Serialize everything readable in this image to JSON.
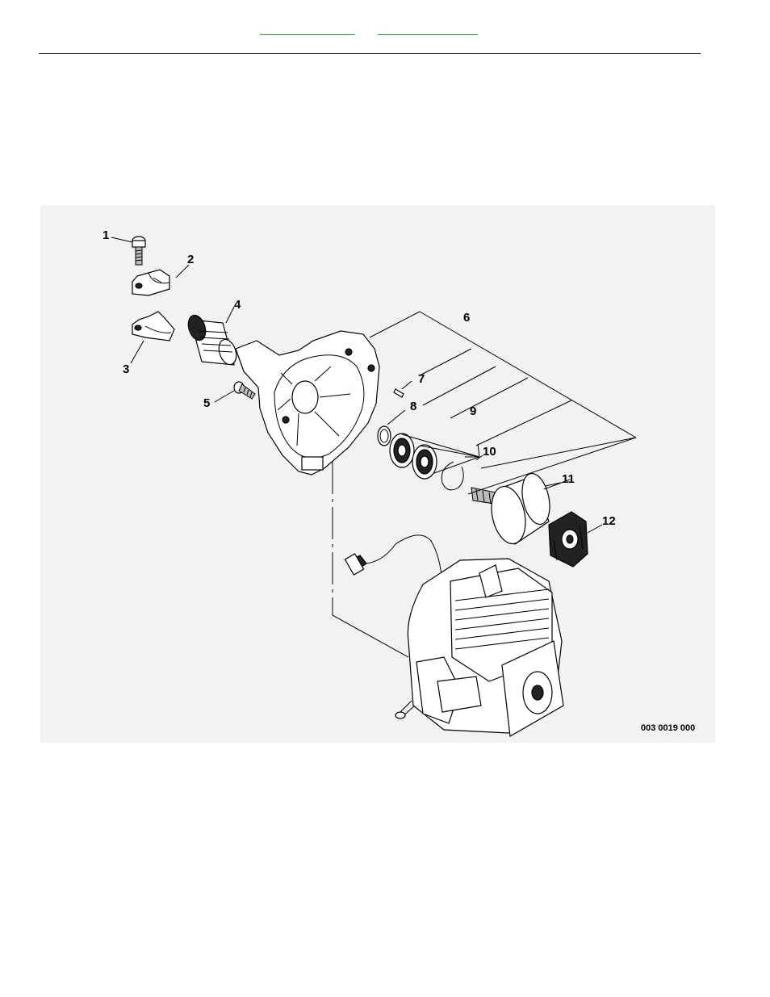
{
  "callouts": [
    "1",
    "2",
    "3",
    "4",
    "5",
    "6",
    "7",
    "8",
    "9",
    "10",
    "11",
    "12"
  ],
  "figure_code": "003 0019 000",
  "colors": {
    "link": "#2e9a3a",
    "panel": "#f2f2f2",
    "ink": "#000000"
  }
}
